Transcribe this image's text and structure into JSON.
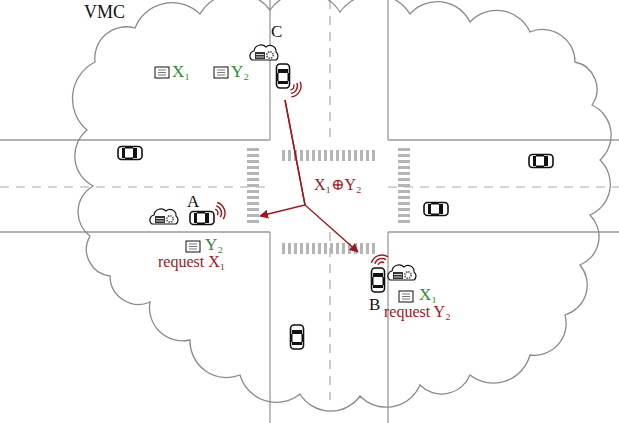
{
  "diagram": {
    "nodes": [
      {
        "text": [
          "VMC"
        ]
      },
      {
        "text": [
          "C",
          "X₁",
          "Y₂"
        ],
        "in": 0
      },
      {
        "text": [
          "A",
          "Y₂",
          "request X₁"
        ],
        "in": 0
      },
      {
        "text": [
          "B",
          "X₁",
          "request Y₂"
        ],
        "in": 0
      }
    ],
    "edges": [
      {
        "from": 1,
        "to": 2,
        "arrow": "to",
        "label": "X₁⊕Y₂"
      },
      {
        "from": 1,
        "to": 3,
        "arrow": "to"
      }
    ]
  }
}
